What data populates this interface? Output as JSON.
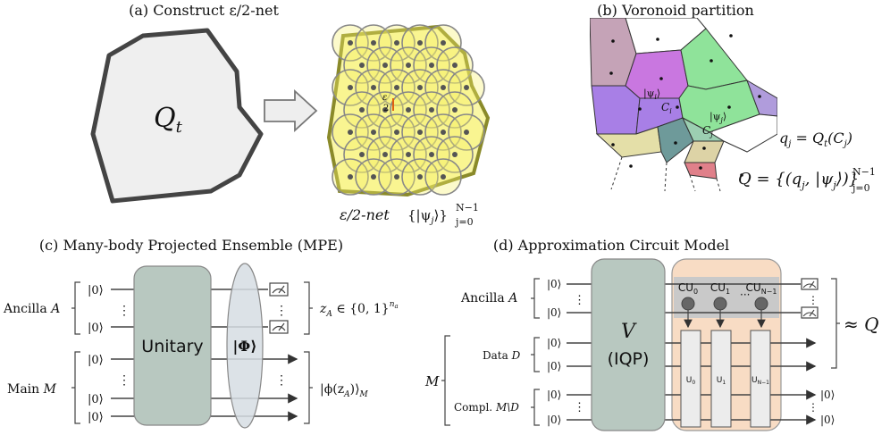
{
  "panels": {
    "a": {
      "title": "(a) Construct ε/2-net",
      "region_label": "Q",
      "region_sub": "t",
      "radius_num": "ε",
      "radius_den": "2",
      "net_label": "ε/2-net",
      "states_label": "{|ψ",
      "states_sub": "j",
      "states_close": "⟩}",
      "states_upper": "N−1",
      "states_lower": "j=0"
    },
    "b": {
      "title": "(b) Voronoid partition",
      "psi_i": "|ψ",
      "psi_i_sub": "i",
      "psi_j": "|ψ",
      "psi_j_sub": "j",
      "cell_i": "C",
      "cell_i_sub": "i",
      "cell_j": "C",
      "cell_j_sub": "j",
      "qj_eq": "q",
      "qj_sub": "j",
      "qj_rhs": " = Q",
      "qj_rhs_sub": "t",
      "qj_arg": "(C",
      "qj_arg_sub": "j",
      "qj_close": ")",
      "Q_eq": "Q = {(q",
      "Q_eq_sub": "j",
      "Q_eq_mid": ", |ψ",
      "Q_eq_mid_sub": "j",
      "Q_eq_close": "⟩)}",
      "Q_eq_upper": "N−1",
      "Q_eq_lower": "j=0"
    },
    "c": {
      "title": "(c) Many-body Projected Ensemble (MPE)",
      "ket0": "|0⟩",
      "ancilla_label": "Ancilla",
      "ancilla_var": "A",
      "main_label": "Main",
      "main_var": "M",
      "unitary_label": "Unitary",
      "phi_label": "|Φ⟩",
      "z_label": "z",
      "z_sub": "A",
      "z_set": " ∈ {0, 1}",
      "z_set_sup": "n",
      "z_set_sup_sub": "a",
      "state_label": "|ϕ(z",
      "state_sub": "A",
      "state_close": ")⟩",
      "state_close_sub": "M",
      "dots": "⋮"
    },
    "d": {
      "title": "(d) Approximation Circuit Model",
      "ket0": "|0⟩",
      "ancilla_label": "Ancilla",
      "ancilla_var": "A",
      "m_label": "M",
      "data_label": "Data",
      "data_var": "D",
      "compl_label": "Compl.",
      "compl_var": "M\\D",
      "v_label": "V",
      "v_sub_label": "(IQP)",
      "cu_labels": [
        "CU",
        "CU",
        "CU"
      ],
      "cu_subs": [
        "0",
        "1",
        "N−1"
      ],
      "u_labels": [
        "U",
        "U",
        "U"
      ],
      "u_subs": [
        "0",
        "1",
        "N−1"
      ],
      "cu_dots": "···",
      "approx_label": "≈ Q",
      "out_ket": "|0⟩",
      "dots": "⋮"
    }
  },
  "colors": {
    "region_fill": "#efefef",
    "circle_fill": "#f6f26a",
    "unitary_fill": "#b8c8c0",
    "phi_fill": "#d6dde3",
    "cu_fill": "#f8dcc4",
    "cu_gray": "#c9c9c9"
  }
}
